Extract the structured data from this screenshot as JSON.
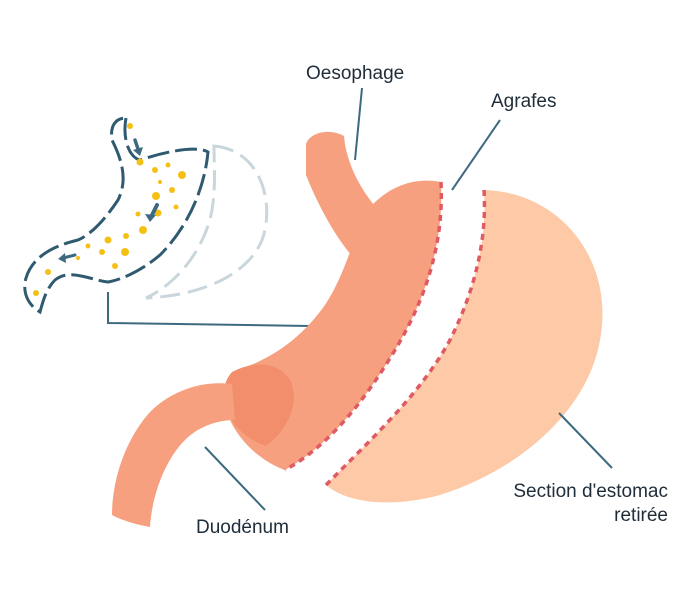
{
  "labels": {
    "oesophage": "Oesophage",
    "agrafes": "Agrafes",
    "duodenum": "Duodénum",
    "section_line1": "Section d'estomac",
    "section_line2": "retirée"
  },
  "colors": {
    "remaining_stomach": "#f7a07f",
    "remaining_stomach_shade": "#f28e6c",
    "removed_section": "#fdc9a6",
    "staple_line": "#e05a63",
    "leader_line": "#3e6a80",
    "outline_sketch": "#2f5a70",
    "outline_faded": "#c9d6dc",
    "food_dots": "#f5c015",
    "arrows": "#3e6a80"
  },
  "icons": [
    "down-arrow-icon",
    "left-arrow-icon"
  ]
}
